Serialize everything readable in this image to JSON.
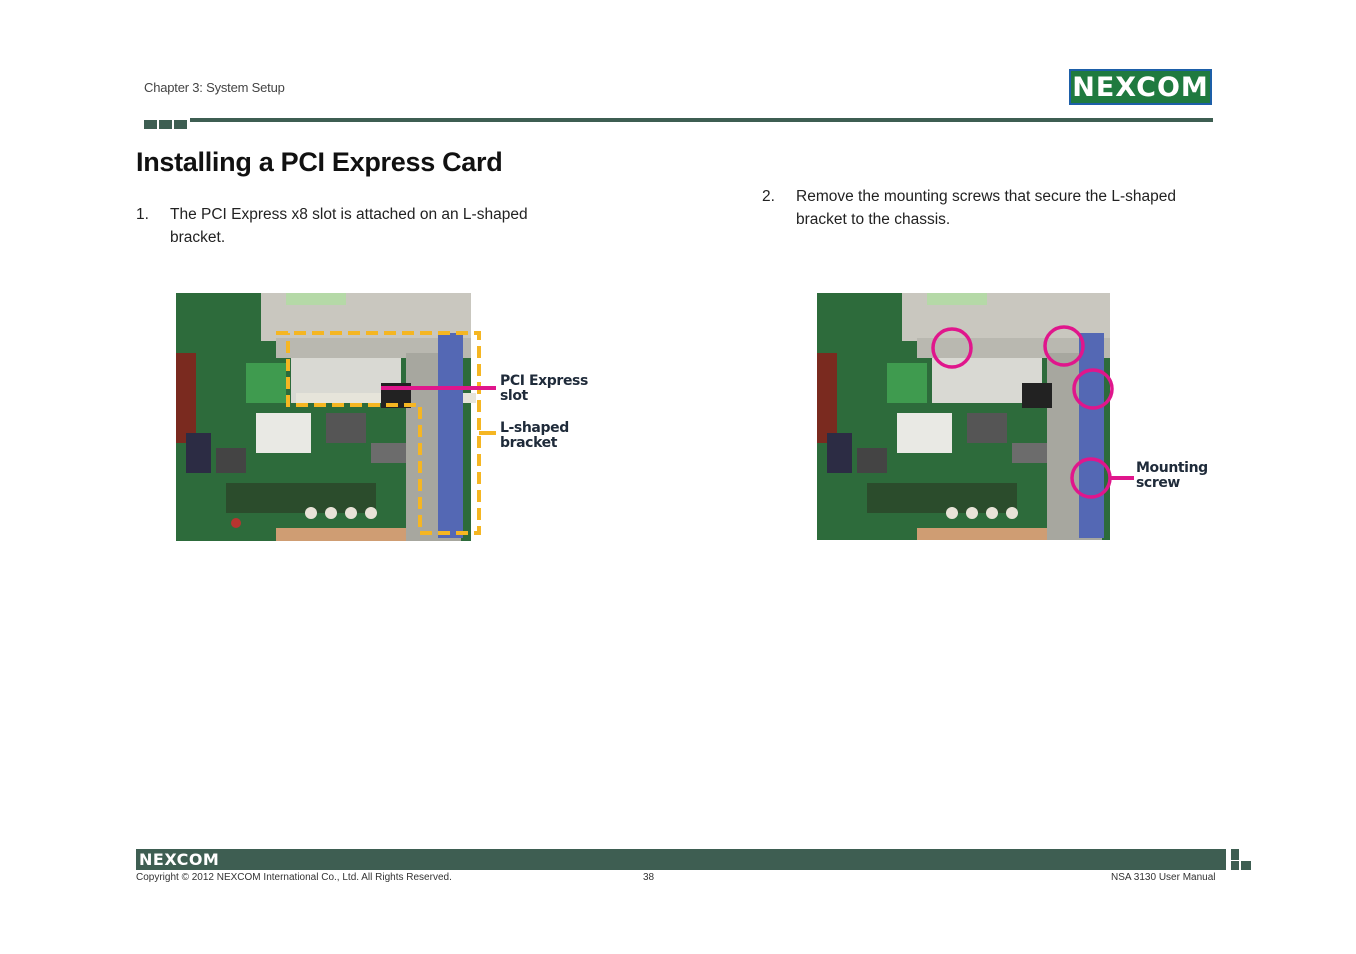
{
  "header": {
    "chapter": "Chapter 3: System Setup",
    "logo_text": "NEXCOM"
  },
  "title": "Installing a PCI Express Card",
  "steps": [
    {
      "number": "1.",
      "text": "The PCI Express x8 slot is attached on an L-shaped bracket."
    },
    {
      "number": "2.",
      "text": "Remove the mounting screws that secure the L-shaped bracket to the chassis."
    }
  ],
  "figure1": {
    "callout_pci_line1": "PCI Express",
    "callout_pci_line2": "slot",
    "callout_bracket_line1": "L-shaped",
    "callout_bracket_line2": "bracket",
    "highlight_color": "#f5b622",
    "pointer_color": "#e0168c"
  },
  "figure2": {
    "callout_line1": "Mounting",
    "callout_line2": "screw",
    "circle_color": "#e0168c"
  },
  "footer": {
    "logo_text": "NEXCOM",
    "copyright": "Copyright © 2012 NEXCOM International Co., Ltd. All Rights Reserved.",
    "page_number": "38",
    "manual_name": "NSA 3130 User Manual"
  }
}
